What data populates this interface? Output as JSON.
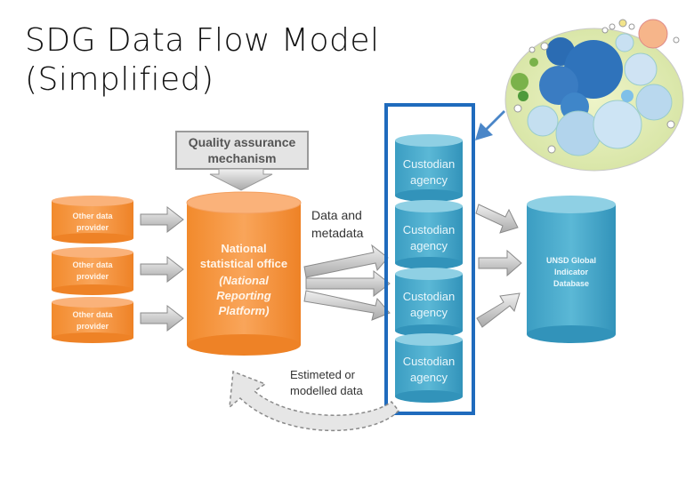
{
  "slide": {
    "title_line1": "SDG Data Flow Model",
    "title_line2": "(Simplified)"
  },
  "diagram": {
    "qa_line1": "Quality assurance",
    "qa_line2": "mechanism",
    "provider_line1": "Other data",
    "provider_line2": "provider",
    "nso_line1": "National",
    "nso_line2": "statistical office",
    "nso_line3": "(National",
    "nso_line4": "Reporting",
    "nso_line5": "Platform)",
    "flow_label_line1": "Data and",
    "flow_label_line2": "metadata",
    "custodian_line1": "Custodian",
    "custodian_line2": "agency",
    "unsd_line1": "UNSD Global",
    "unsd_line2": "Indicator",
    "unsd_line3": "Database",
    "return_label_line1": "Estimeted or",
    "return_label_line2": "modelled data"
  },
  "colors": {
    "orange": "#f7963c",
    "orange_light": "#fab27a",
    "blue": "#4aaccc",
    "blue_top": "#8fd0e4",
    "highlight_border": "#1f6bbd",
    "pointer_arrow": "#4a86c8",
    "grey": "#b9b9b9"
  }
}
